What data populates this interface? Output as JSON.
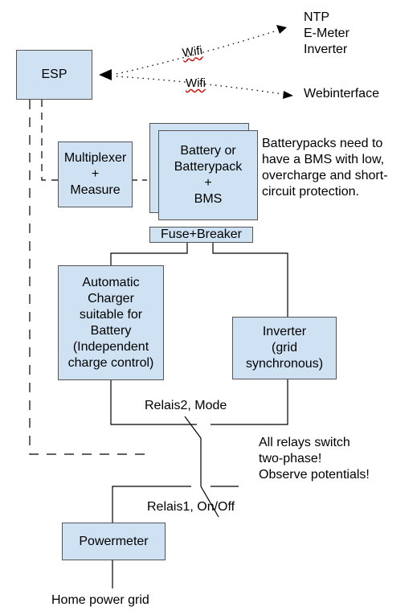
{
  "colors": {
    "box_fill": "#cfe2f3",
    "box_border": "#555555",
    "line": "#000000",
    "spellcheck_underline": "#d01010"
  },
  "boxes": {
    "esp": "ESP",
    "multiplexer": "Multiplexer\n+\nMeasure",
    "battery": "Battery or\nBatterypack\n+\nBMS",
    "fuse": "Fuse+Breaker",
    "charger": "Automatic\nCharger\nsuitable for\nBattery\n(Independent\ncharge control)",
    "inverter": "Inverter\n(grid\nsynchronous)",
    "powermeter": "Powermeter"
  },
  "targets": {
    "top": "NTP\nE-Meter\nInverter",
    "webinterface": "Webinterface"
  },
  "wifi_labels": [
    "Wifi",
    "Wifi"
  ],
  "notes": {
    "bms": "Batterypacks need to\nhave a BMS with low,\novercharge and short-\ncircuit protection.",
    "relays": "All relays switch\ntwo-phase!\nObserve potentials!"
  },
  "relay_labels": {
    "mode": "Relais2, Mode",
    "onoff": "Relais1, On/Off"
  },
  "grid_label": "Home power grid"
}
